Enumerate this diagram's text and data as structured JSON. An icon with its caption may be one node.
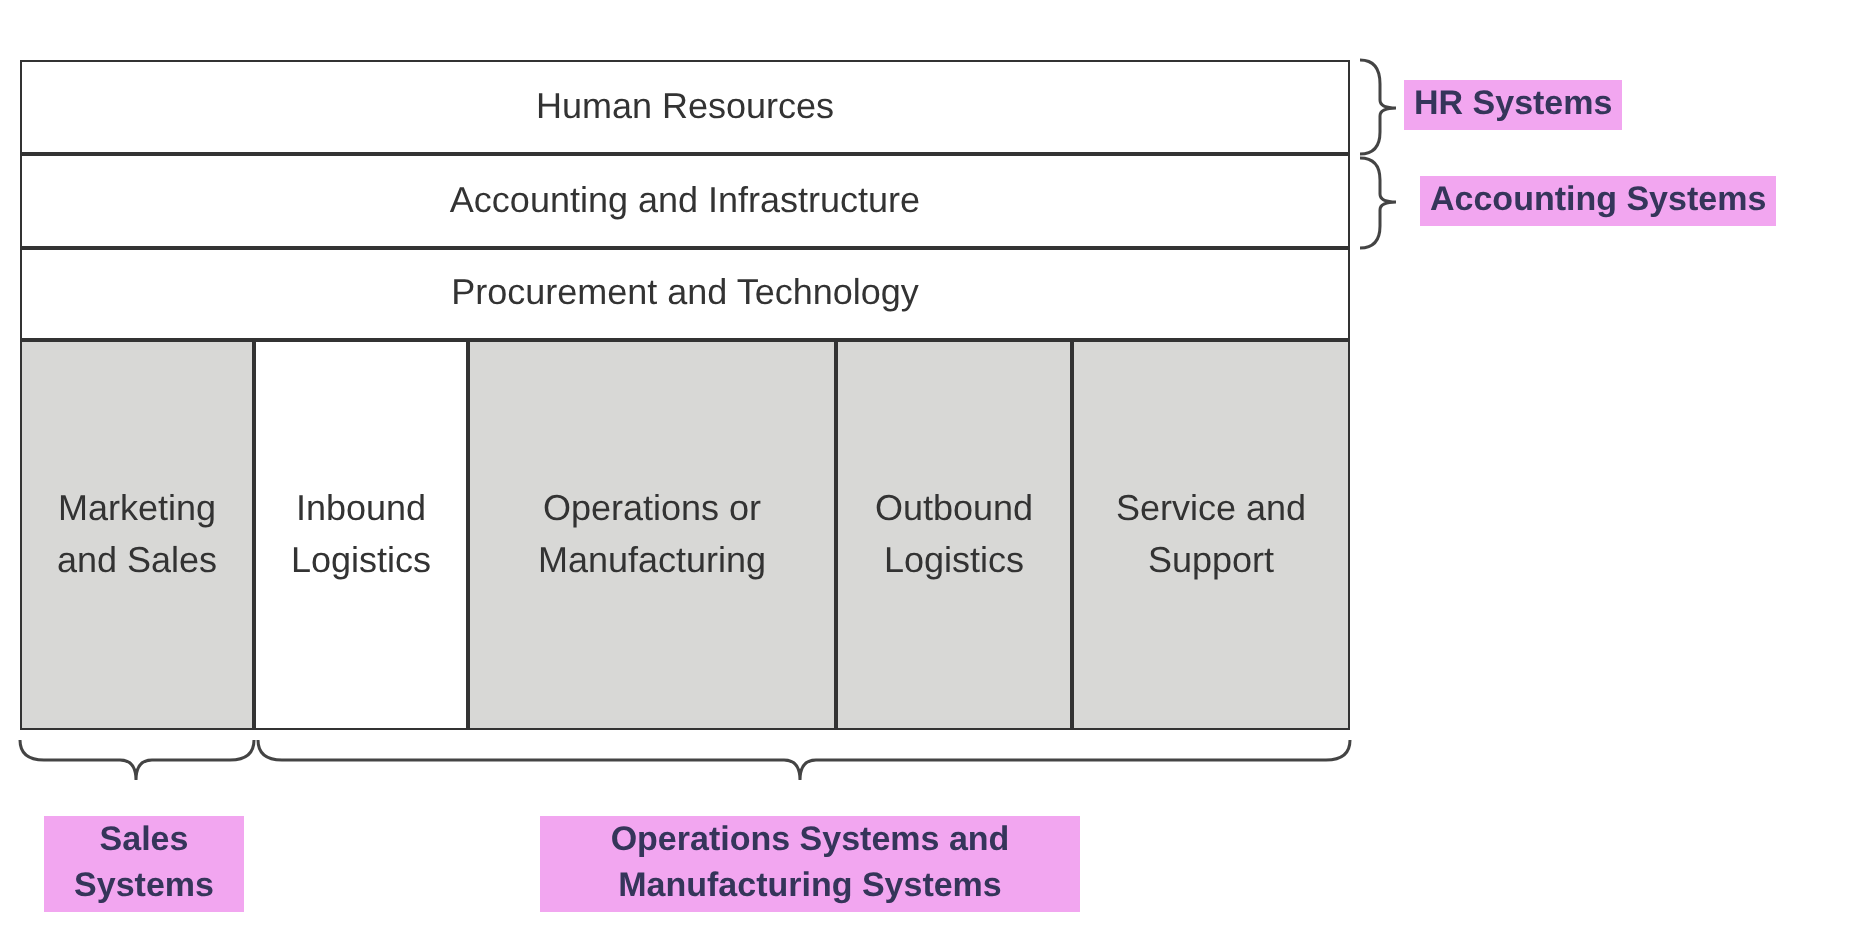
{
  "diagram": {
    "nodes": [
      {
        "text": [
          "Human Resources"
        ]
      },
      {
        "text": [
          "Accounting and Infrastructure"
        ]
      },
      {
        "text": [
          "Procurement and Technology"
        ]
      },
      {
        "text": [
          "Marketing and Sales"
        ]
      },
      {
        "text": [
          "Inbound Logistics"
        ]
      },
      {
        "text": [
          "Operations or Manufacturing"
        ]
      },
      {
        "text": [
          "Outbound Logistics"
        ]
      },
      {
        "text": [
          "Service and Support"
        ]
      }
    ],
    "labels": [
      "HR Systems",
      "Accounting Systems",
      "Sales Systems",
      "Operations Systems and Manufacturing Systems"
    ]
  }
}
